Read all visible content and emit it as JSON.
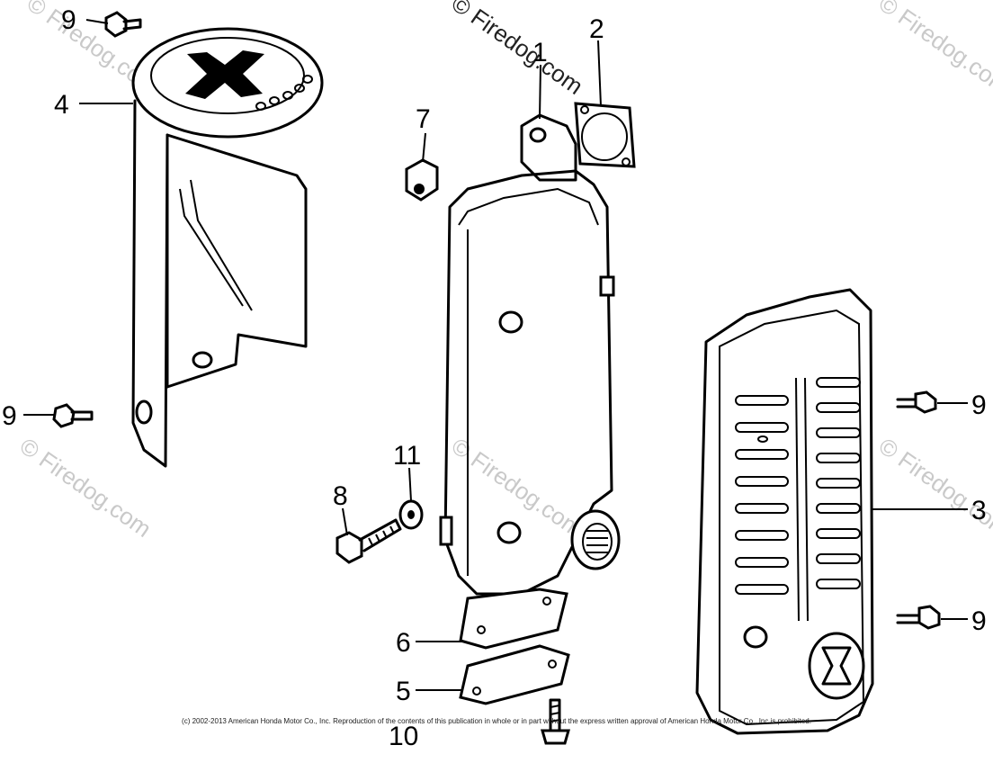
{
  "watermarks": {
    "brand": "© Firedog.com"
  },
  "callouts": [
    {
      "id": "c9a",
      "label": "9"
    },
    {
      "id": "c4",
      "label": "4"
    },
    {
      "id": "c9b",
      "label": "9"
    },
    {
      "id": "c7",
      "label": "7"
    },
    {
      "id": "c1",
      "label": "1"
    },
    {
      "id": "c2",
      "label": "2"
    },
    {
      "id": "c11",
      "label": "11"
    },
    {
      "id": "c8",
      "label": "8"
    },
    {
      "id": "c6",
      "label": "6"
    },
    {
      "id": "c5",
      "label": "5"
    },
    {
      "id": "c10",
      "label": "10"
    },
    {
      "id": "c9c",
      "label": "9"
    },
    {
      "id": "c3",
      "label": "3"
    },
    {
      "id": "c9d",
      "label": "9"
    }
  ],
  "footer": {
    "copyright": "(c) 2002-2013 American Honda Motor Co., Inc. Reproduction of the contents of this publication in whole or in part without the express written approval of American Honda Motor Co., Inc is prohibited."
  }
}
